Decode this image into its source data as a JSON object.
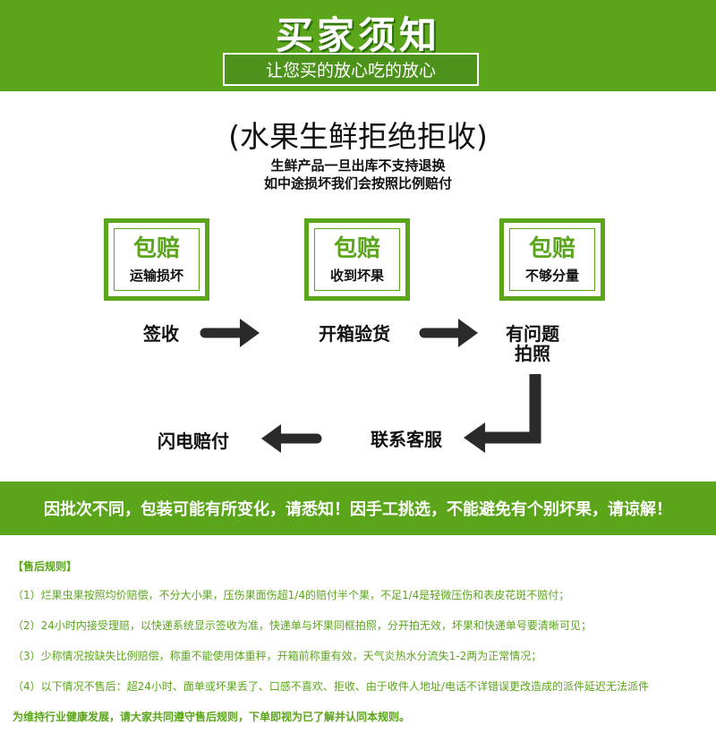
{
  "header": {
    "title": "买家须知",
    "subtitle": "让您买的放心吃的放心"
  },
  "headline": "(水果生鲜拒绝拒收)",
  "notes": [
    "生鲜产品一旦出库不支持退换",
    "如中途损坏我们会按照比例赔付"
  ],
  "cards": [
    {
      "title": "包赔",
      "text": "运输损坏"
    },
    {
      "title": "包赔",
      "text": "收到坏果"
    },
    {
      "title": "包赔",
      "text": "不够分量"
    }
  ],
  "steps": {
    "sign": "签收",
    "open": "开箱验货",
    "photo_line1": "有问题",
    "photo_line2": "拍照",
    "contact": "联系客服",
    "pay": "闪电赔付"
  },
  "banner": "因批次不同，包装可能有所变化，请悉知！因手工挑选，不能避免有个别坏果，请谅解！",
  "rules": {
    "title": "【售后规则】",
    "items": [
      "（1）烂果虫果按照均价赔偿，不分大小果，压伤果面伤超1/4的赔付半个果，不足1/4是轻微压伤和表皮花斑不赔付；",
      "（2）24小时内接受理赔，以快递系统显示签收为准，快递单与坏果同框拍照，分开拍无效，坏果和快递单号要清晰可见；",
      "（3）少称情况按缺失比例赔偿，称重不能使用体重秤，开箱前称重有效，天气炎热水分流失1-2两为正常情况；",
      "（4）以下情况不售后：超24小时、面单或坏果丢了、口感不喜欢、拒收、由于收件人地址/电话不详错误更改造成的派件延迟无法派件"
    ],
    "footer": "为维持行业健康发展，请大家共同遵守售后规则，下单即视为已了解并认同本规则。"
  },
  "colors": {
    "brand_green": "#5aa51a",
    "arrow": "#2a2a2a"
  }
}
